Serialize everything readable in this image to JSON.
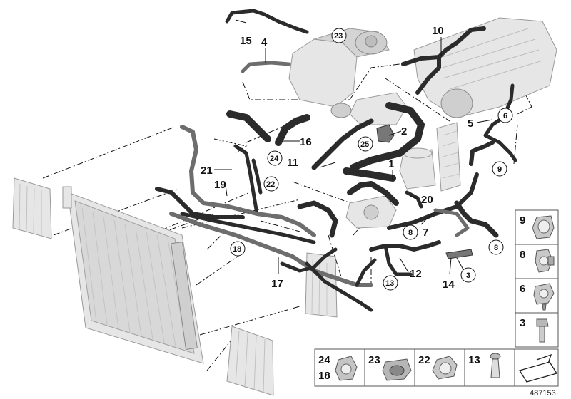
{
  "diagram": {
    "callouts": {
      "c1": "1",
      "c2": "2",
      "c3": "3",
      "c4": "4",
      "c5": "5",
      "c6": "6",
      "c7": "7",
      "c8a": "8",
      "c8b": "8",
      "c9": "9",
      "c10": "10",
      "c11": "11",
      "c12": "12",
      "c13": "13",
      "c14": "14",
      "c15": "15",
      "c16": "16",
      "c17": "17",
      "c18": "18",
      "c19": "19",
      "c20": "20",
      "c21": "21",
      "c22": "22",
      "c23": "23",
      "c24": "24",
      "c25": "25"
    },
    "legend_right": [
      "9",
      "8",
      "6",
      "3"
    ],
    "legend_bottom": [
      "24",
      "18",
      "23",
      "22",
      "13"
    ],
    "reference_number": "487153"
  }
}
